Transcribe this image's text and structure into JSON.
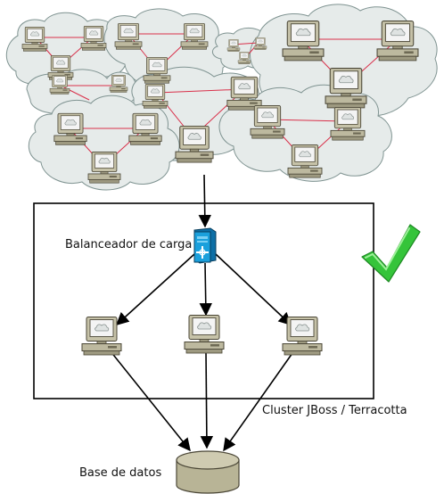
{
  "labels": {
    "load_balancer": "Balanceador de carga",
    "cluster": "Cluster JBoss / Terracotta",
    "database": "Base de datos"
  },
  "colors": {
    "cloud_fill": "#e6ebea",
    "cloud_stroke": "#7f9391",
    "network_link": "#d9304a",
    "arrow": "#000000",
    "computer_body": "#bdb99f",
    "server_blue": "#1aa0dc",
    "check_green": "#32c832",
    "database_fill": "#b8b496"
  },
  "icons": {
    "internet": "cloud-network-icon",
    "computer": "workstation-icon",
    "load_balancer": "blue-server-icon",
    "database": "database-cylinder-icon",
    "status": "checkmark-icon"
  }
}
